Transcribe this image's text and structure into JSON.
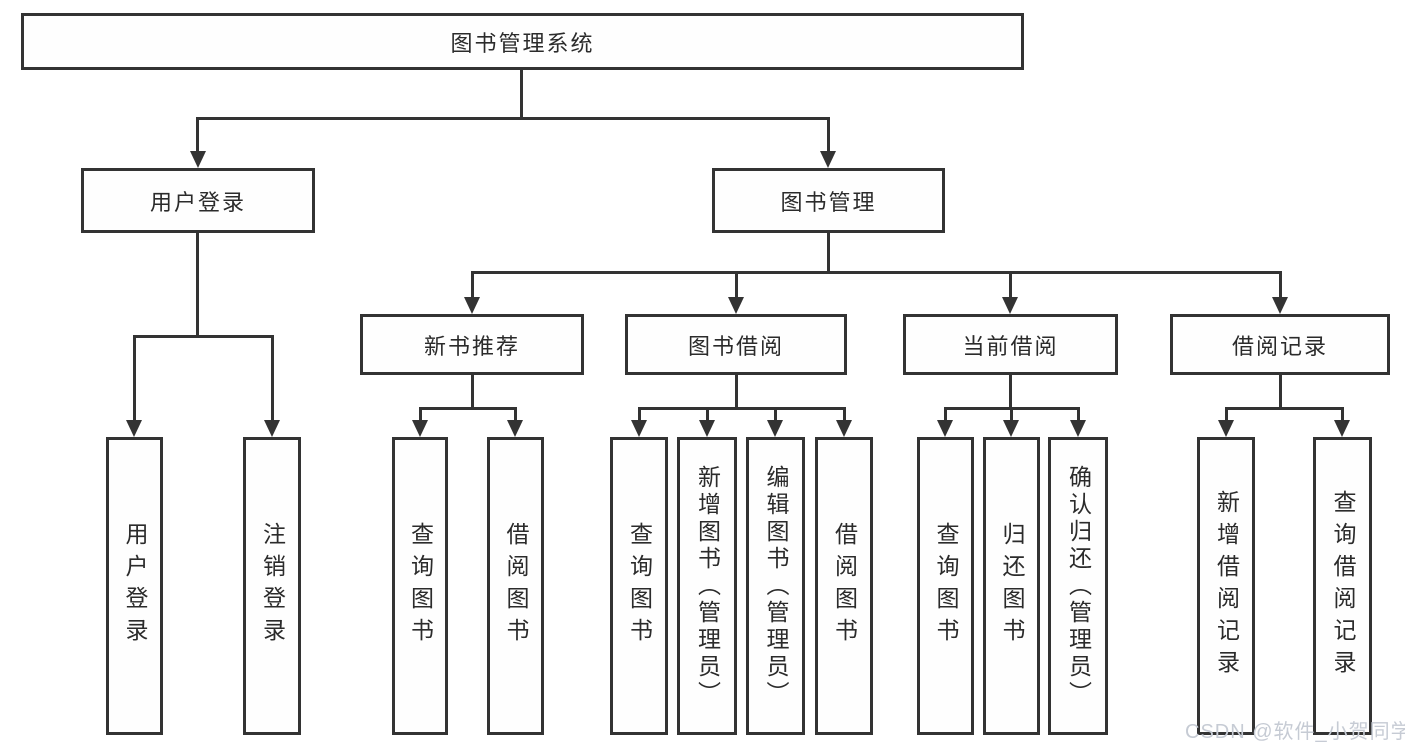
{
  "tree": {
    "label": "图书管理系统",
    "children": [
      {
        "label": "用户登录",
        "children": [
          {
            "label": "用户登录"
          },
          {
            "label": "注销登录"
          }
        ]
      },
      {
        "label": "图书管理",
        "children": [
          {
            "label": "新书推荐",
            "children": [
              {
                "label": "查询图书"
              },
              {
                "label": "借阅图书"
              }
            ]
          },
          {
            "label": "图书借阅",
            "children": [
              {
                "label": "查询图书"
              },
              {
                "label": "新增图书（管理员）"
              },
              {
                "label": "编辑图书（管理员）"
              },
              {
                "label": "借阅图书"
              }
            ]
          },
          {
            "label": "当前借阅",
            "children": [
              {
                "label": "查询图书"
              },
              {
                "label": "归还图书"
              },
              {
                "label": "确认归还（管理员）"
              }
            ]
          },
          {
            "label": "借阅记录",
            "children": [
              {
                "label": "新增借阅记录"
              },
              {
                "label": "查询借阅记录"
              }
            ]
          }
        ]
      }
    ]
  },
  "watermark": "CSDN @软件_小贺同学",
  "colors": {
    "line": "#333333",
    "background": "#ffffff",
    "watermark": "#c6cbd4"
  }
}
